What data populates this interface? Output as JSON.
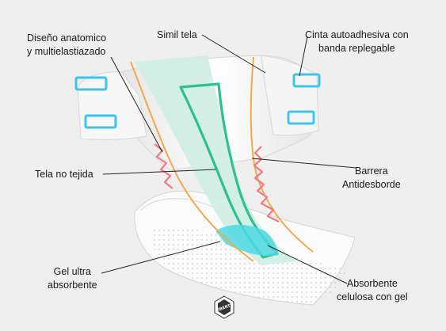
{
  "labels": {
    "diseno": [
      "Diseño anatomico",
      "y multielastiazado"
    ],
    "simil": [
      "Simil tela"
    ],
    "cinta": [
      "Cinta autoadhesiva con",
      "banda replegable"
    ],
    "tela": [
      "Tela no tejida"
    ],
    "barrera": [
      "Barrera",
      "Antidesborde"
    ],
    "gel": [
      "Gel ultra",
      "absorbente"
    ],
    "absorbente": [
      "Absorbente",
      "celulosa con gel"
    ]
  },
  "logo": {
    "text": "LIBERTY"
  },
  "colors": {
    "background": "#efefef",
    "core": "#2fbf95",
    "core_fill": "#bfe8da",
    "gel": "#4fd8e4",
    "barrier_orange": "#f3a94a",
    "elastic_pink": "#f07a84",
    "tab_blue": "#3ec3ea",
    "leader_line": "#222222"
  }
}
